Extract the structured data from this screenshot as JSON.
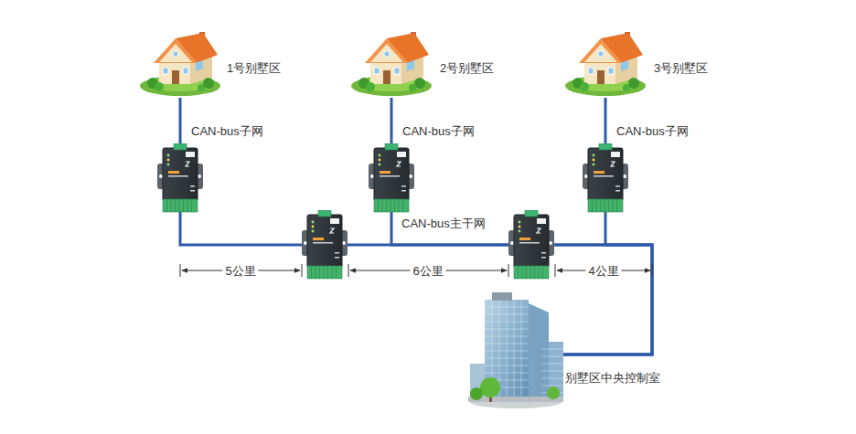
{
  "diagram": {
    "nodes": [
      {
        "text": [
          "1号别墅区"
        ]
      },
      {
        "text": [
          "2号别墅区"
        ]
      },
      {
        "text": [
          "3号别墅区"
        ]
      },
      {
        "text": [
          "别墅区中央控制室"
        ]
      }
    ],
    "edges": [
      {
        "from": 0,
        "to": 3,
        "arrow": "none",
        "label": "CAN-bus子网"
      },
      {
        "from": 1,
        "to": 3,
        "arrow": "none",
        "label": "CAN-bus子网"
      },
      {
        "from": 2,
        "to": 3,
        "arrow": "none",
        "label": "CAN-bus子网"
      }
    ],
    "labels": [
      "CAN-bus主干网",
      "5公里",
      "6公里",
      "4公里"
    ]
  }
}
